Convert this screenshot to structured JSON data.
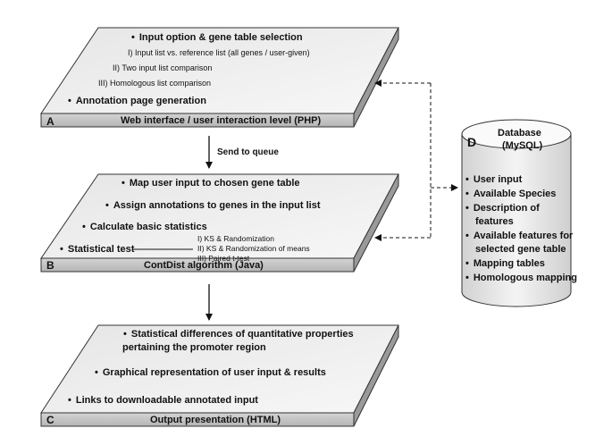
{
  "panel_a": {
    "letter": "A",
    "title": "Web interface / user interaction level (PHP)",
    "items": [
      "Input option & gene table selection",
      "I) Input list vs. reference list (all genes / user-given)",
      "II) Two input list comparison",
      "III) Homologous list comparison",
      "Annotation page generation"
    ]
  },
  "queue_label": "Send to queue",
  "panel_b": {
    "letter": "B",
    "title": "ContDist algorithm (Java)",
    "items": [
      "Map user input to chosen gene table",
      "Assign annotations to genes in the input list",
      "Calculate basic statistics",
      "Statistical test"
    ],
    "tests": [
      "I)  KS & Randomization",
      "II) KS & Randomization of means",
      "III) Paired t-test"
    ]
  },
  "panel_c": {
    "letter": "C",
    "title": "Output presentation (HTML)",
    "items": [
      "Statistical differences of quantitative properties",
      "pertaining the promoter region",
      "Graphical representation of user input & results",
      "Links to downloadable annotated input"
    ]
  },
  "database": {
    "letter": "D",
    "title_line1": "Database",
    "title_line2": "(MySQL)",
    "items": [
      "User input",
      "Available Species",
      "Description of",
      "features",
      "Available features for",
      "selected gene table",
      "Mapping tables",
      "Homologous mapping"
    ]
  }
}
